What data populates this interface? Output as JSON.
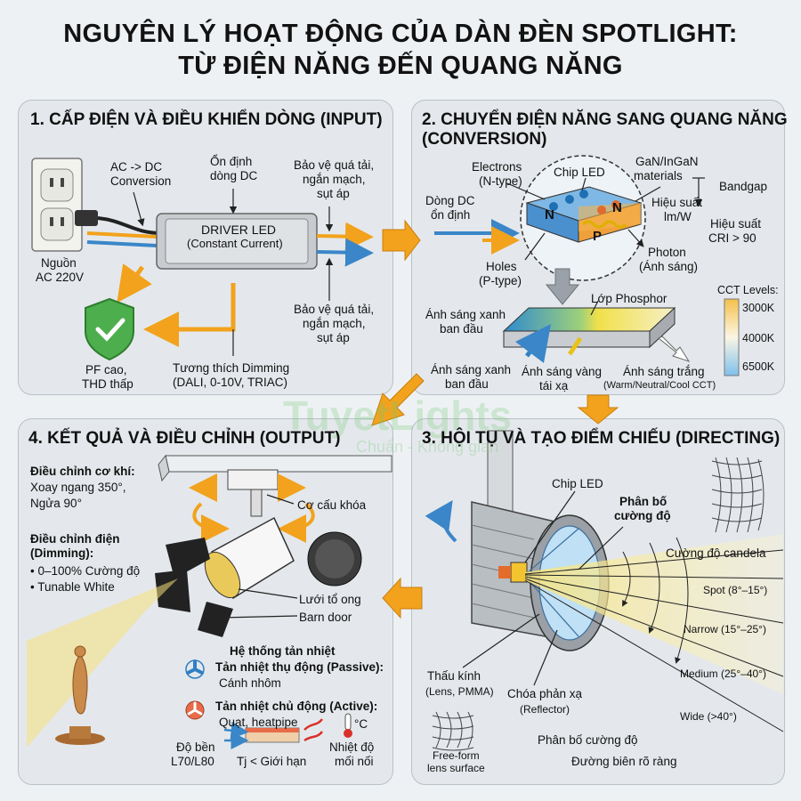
{
  "title": {
    "line1": "NGUYÊN LÝ HOẠT ĐỘNG CỦA DÀN ĐÈN SPOTLIGHT:",
    "line2": "TỪ ĐIỆN NĂNG ĐẾN QUANG NĂNG"
  },
  "panel1": {
    "title": "1. CẤP ĐIỆN VÀ ĐIỀU KHIỂN DÒNG (INPUT)",
    "ac_dc": [
      "AC -> DC",
      "Conversion"
    ],
    "stable": [
      "Ổn định",
      "dòng DC"
    ],
    "protect_top": [
      "Bảo vệ quá tải,",
      "ngắn mạch,",
      "sụt áp"
    ],
    "driver": [
      "DRIVER LED",
      "(Constant Current)"
    ],
    "source": [
      "Nguồn",
      "AC 220V"
    ],
    "protect_bottom": [
      "Bảo vệ quá tải,",
      "ngắn mạch,",
      "sụt áp"
    ],
    "pf": [
      "PF cao,",
      "THD thấp"
    ],
    "dimming": [
      "Tương thích Dimming",
      "(DALI, 0-10V, TRIAC)"
    ]
  },
  "panel2": {
    "title": [
      "2. CHUYỂN ĐIỆN NĂNG SANG QUANG NĂNG",
      "(CONVERSION)"
    ],
    "electrons": [
      "Electrons",
      "(N-type)"
    ],
    "chip": "Chip LED",
    "gan": [
      "GaN/InGaN",
      "materials"
    ],
    "bandgap": "Bandgap",
    "eff_lm": [
      "Hiệu suất",
      "lm/W"
    ],
    "eff_cri": [
      "Hiệu suất",
      "CRI > 90"
    ],
    "dc_in": [
      "Dòng DC",
      "ổn định"
    ],
    "n": "N",
    "p": "P",
    "photon": [
      "Photon",
      "(Ánh sáng)"
    ],
    "holes": [
      "Holes",
      "(P-type)"
    ],
    "phosphor": "Lớp Phosphor",
    "blue1": [
      "Ánh sáng xanh",
      "ban đầu"
    ],
    "blue2": [
      "Ánh sáng xanh",
      "ban đầu"
    ],
    "yellow": [
      "Ánh sáng vàng",
      "tái xạ"
    ],
    "white": [
      "Ánh sáng trắng",
      "(Warm/Neutral/Cool CCT)"
    ],
    "cct_title": "CCT Levels:",
    "cct_levels": [
      "3000K",
      "4000K",
      "6500K"
    ]
  },
  "panel3": {
    "title": "3. HỘI TỤ VÀ TẠO ĐIỂM CHIẾU (DIRECTING)",
    "chip": "Chip LED",
    "distribution": [
      "Phân bố",
      "cường độ"
    ],
    "candela": "Cường độ candela",
    "spot": "Spot (8°–15°)",
    "narrow": "Narrow (15°–25°)",
    "medium": "Medium (25°–40°)",
    "wide": "Wide (>40°)",
    "lens": [
      "Thấu kính",
      "(Lens, PMMA)"
    ],
    "reflector": [
      "Chóa phản xạ",
      "(Reflector)"
    ],
    "dist2": "Phân bố cường độ",
    "edge": "Đường biên rõ ràng",
    "freeform": [
      "Free-form",
      "lens surface"
    ]
  },
  "panel4": {
    "title": "4. KẾT QUẢ VÀ ĐIỀU CHỈNH (OUTPUT)",
    "mech_title": "Điều chỉnh cơ khí:",
    "mech": [
      "Xoay ngang 350°,",
      "Ngửa 90°"
    ],
    "lock": "Cơ cấu khóa",
    "elec_title": [
      "Điều chỉnh điện",
      "(Dimming):"
    ],
    "elec": [
      "• 0–100% Cường độ",
      "• Tunable White"
    ],
    "honeycomb": "Lưới tổ ong",
    "barn": "Barn door",
    "cooling_title": "Hệ thống tản nhiệt",
    "passive_title": "Tản nhiệt thụ động (Passive):",
    "passive": "Cánh nhôm",
    "active_title": "Tản nhiệt chủ động (Active):",
    "active": "Quạt, heatpipe",
    "celsius": "°C",
    "durability": [
      "Độ bền",
      "L70/L80"
    ],
    "tj": "Tj < Giới hạn",
    "junction": [
      "Nhiệt độ",
      "mối nối"
    ]
  },
  "watermark": {
    "brand": "TuyetLights",
    "tag": "Chuẩn - Không gian"
  },
  "colors": {
    "orange": "#f2a21c",
    "blue": "#3a86c8",
    "panel": "#e4e8ec",
    "green": "#5cb85c"
  }
}
